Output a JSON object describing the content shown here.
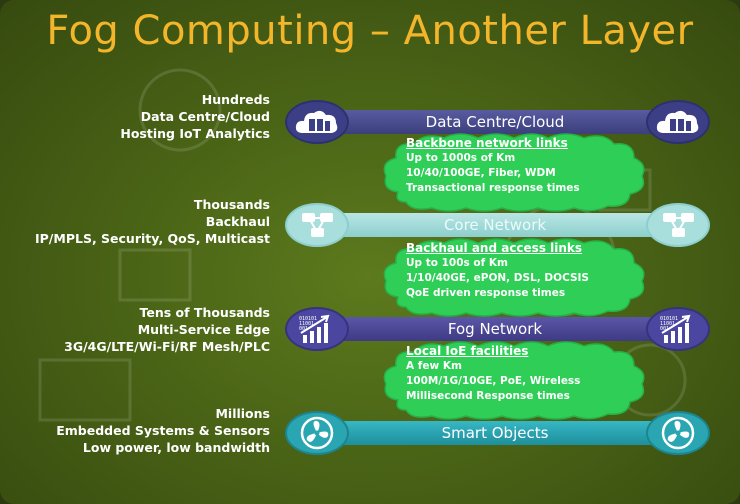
{
  "title": "Fog Computing – Another Layer",
  "layers": [
    {
      "bar_label": "Data Centre/Cloud",
      "left_lines": [
        "Hundreds",
        "Data Centre/Cloud",
        "Hosting IoT Analytics"
      ],
      "icon": "server-cloud-icon"
    },
    {
      "bar_label": "Core Network",
      "left_lines": [
        "Thousands",
        "Backhaul",
        "IP/MPLS, Security, QoS, Multicast"
      ],
      "icon": "network-nodes-icon"
    },
    {
      "bar_label": "Fog Network",
      "left_lines": [
        "Tens of Thousands",
        "Multi-Service Edge",
        "3G/4G/LTE/Wi-Fi/RF Mesh/PLC"
      ],
      "icon": "data-chart-icon"
    },
    {
      "bar_label": "Smart Objects",
      "left_lines": [
        "Millions",
        "Embedded Systems & Sensors",
        "Low power, low bandwidth"
      ],
      "icon": "fan-icon"
    }
  ],
  "links": [
    {
      "heading": "Backbone network links",
      "lines": [
        "Up to 1000s of Km",
        "10/40/100GE, Fiber, WDM",
        "Transactional response times"
      ]
    },
    {
      "heading": "Backhaul and access links",
      "lines": [
        "Up to 100s of Km",
        "1/10/40GE, ePON, DSL, DOCSIS",
        "QoE driven response times"
      ]
    },
    {
      "heading": "Local IoE facilities",
      "lines": [
        "A few Km",
        "100M/1G/10GE, PoE, Wireless",
        "Millisecond Response times"
      ]
    }
  ],
  "colors": {
    "title": "#f3b52a",
    "background": "#4a6416",
    "cloud_fill": "#2fcf57",
    "data_centre_bar": "#4a4d8e",
    "core_bar": "#a8dedb",
    "fog_bar": "#4b46a0",
    "smart_bar": "#2aa6b3"
  }
}
